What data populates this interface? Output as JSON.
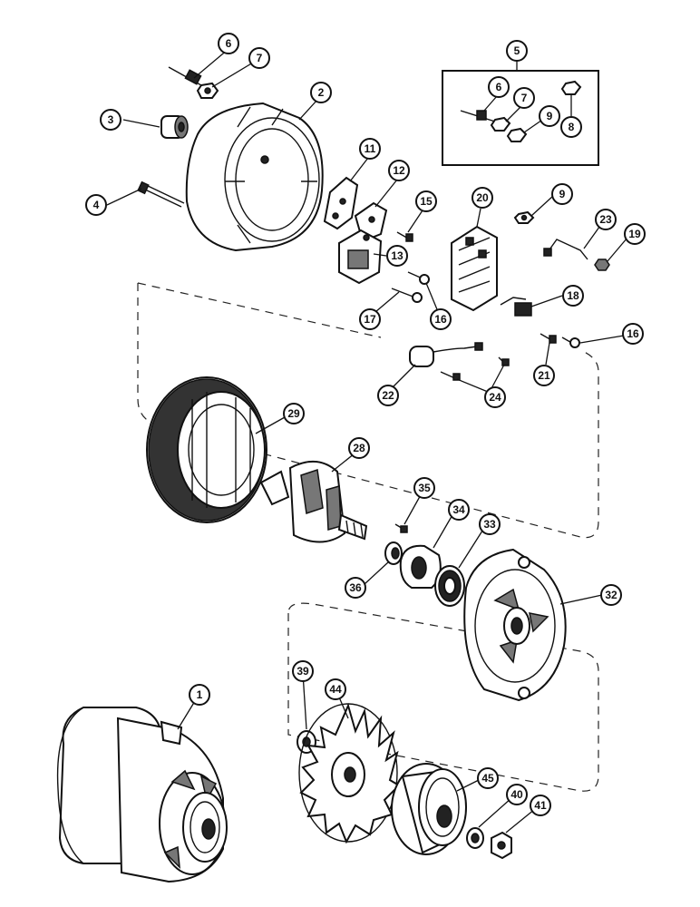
{
  "callouts": {
    "c1": "1",
    "c2": "2",
    "c3": "3",
    "c4": "4",
    "c5": "5",
    "c6a": "6",
    "c6b": "6",
    "c7a": "7",
    "c7b": "7",
    "c8": "8",
    "c9a": "9",
    "c9b": "9",
    "c11": "11",
    "c12": "12",
    "c13": "13",
    "c15": "15",
    "c16a": "16",
    "c16b": "16",
    "c17": "17",
    "c18": "18",
    "c19": "19",
    "c20": "20",
    "c21": "21",
    "c22": "22",
    "c23": "23",
    "c24": "24",
    "c28": "28",
    "c29": "29",
    "c32": "32",
    "c33": "33",
    "c34": "34",
    "c35": "35",
    "c36": "36",
    "c39": "39",
    "c40": "40",
    "c41": "41",
    "c44": "44",
    "c45": "45"
  }
}
